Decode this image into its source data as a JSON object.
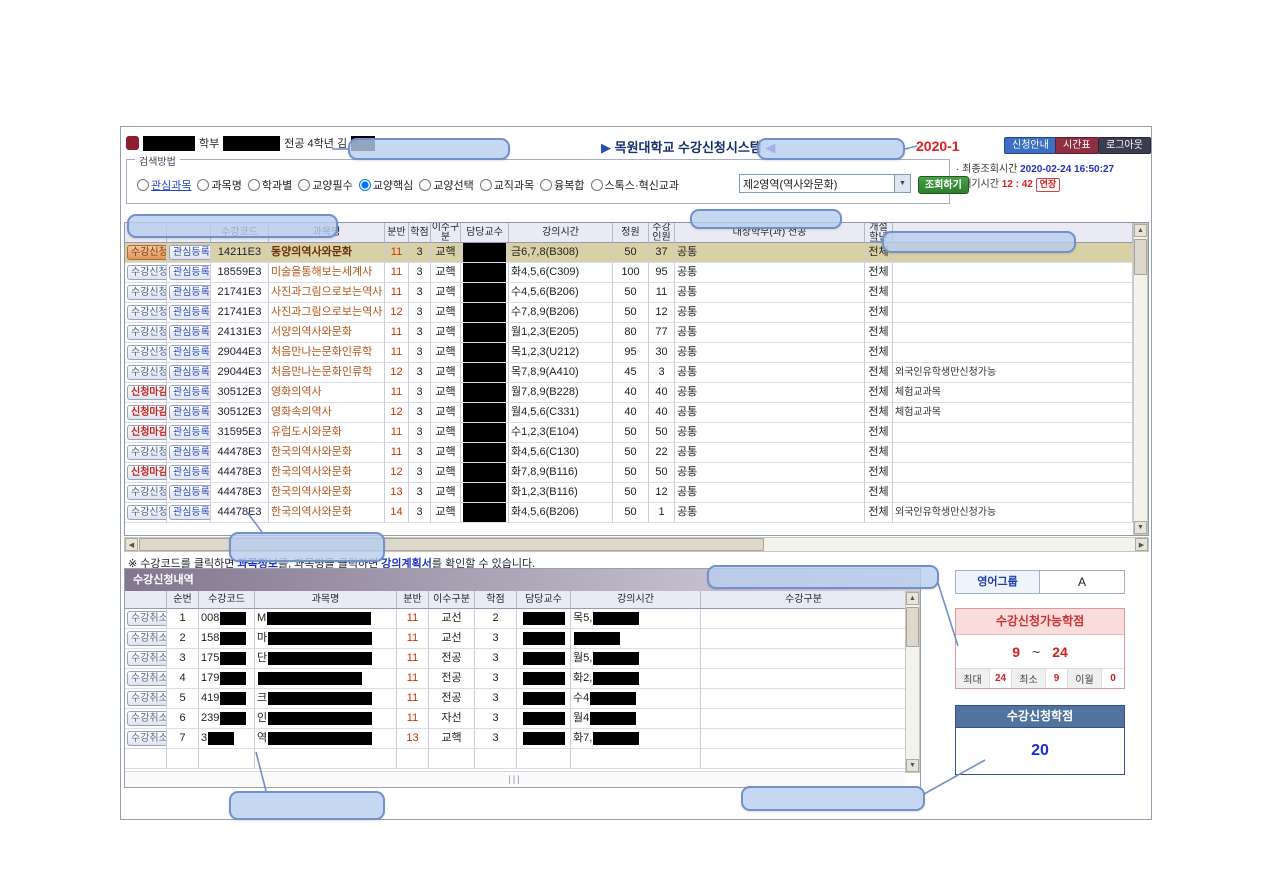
{
  "header": {
    "affiliation_label": "학부",
    "user_info_label": "전공 4학년 김",
    "title_arrow_left": "▶",
    "title": "목원대학교 수강신청시스템",
    "title_arrow_right": "◀",
    "term": "2020-1",
    "nav_buttons": [
      "신청안내",
      "시간표",
      "로그아웃"
    ],
    "bullet": "·",
    "last_query_label": "최종조회시간",
    "last_query_value": "2020-02-24 16:50:27",
    "wait_label": "대기시간",
    "wait_value": "12 : 42",
    "extend_button": "연장"
  },
  "search": {
    "legend": "검색방법",
    "options": [
      "관심과목",
      "과목명",
      "학과별",
      "교양필수",
      "교양핵심",
      "교양선택",
      "교직과목",
      "융복합",
      "스톡스·혁신교과"
    ],
    "selected_option": "교양핵심",
    "category_value": "제2영역(역사와문화)",
    "search_button": "조회하기"
  },
  "courses": {
    "headers": [
      "",
      "",
      "수강코드",
      "과목명",
      "분반",
      "학점",
      "이수구분",
      "담당교수",
      "강의시간",
      "정원",
      "수강인원",
      "대상학부(과) 전공",
      "개설학년",
      ""
    ],
    "apply_label": "수강신청",
    "closed_label": "신청마감",
    "wish_label": "관심등록",
    "rows": [
      {
        "action": "수강신청",
        "code": "14211E3",
        "name": "동양의역사와문화",
        "sec": "11",
        "cr": "3",
        "type": "교핵",
        "time": "금6,7,8(B308)",
        "cap": "50",
        "enr": "37",
        "target": "공통",
        "year": "전체",
        "note": "",
        "selected": true
      },
      {
        "action": "수강신청",
        "code": "18559E3",
        "name": "미술을통해보는세계사",
        "sec": "11",
        "cr": "3",
        "type": "교핵",
        "time": "화4,5,6(C309)",
        "cap": "100",
        "enr": "95",
        "target": "공통",
        "year": "전체",
        "note": ""
      },
      {
        "action": "수강신청",
        "code": "21741E3",
        "name": "사진과그림으로보는역사",
        "sec": "11",
        "cr": "3",
        "type": "교핵",
        "time": "수4,5,6(B206)",
        "cap": "50",
        "enr": "11",
        "target": "공통",
        "year": "전체",
        "note": ""
      },
      {
        "action": "수강신청",
        "code": "21741E3",
        "name": "사진과그림으로보는역사",
        "sec": "12",
        "cr": "3",
        "type": "교핵",
        "time": "수7,8,9(B206)",
        "cap": "50",
        "enr": "12",
        "target": "공통",
        "year": "전체",
        "note": ""
      },
      {
        "action": "수강신청",
        "code": "24131E3",
        "name": "서양의역사와문화",
        "sec": "11",
        "cr": "3",
        "type": "교핵",
        "time": "월1,2,3(E205)",
        "cap": "80",
        "enr": "77",
        "target": "공통",
        "year": "전체",
        "note": ""
      },
      {
        "action": "수강신청",
        "code": "29044E3",
        "name": "처음만나는문화인류학",
        "sec": "11",
        "cr": "3",
        "type": "교핵",
        "time": "목1,2,3(U212)",
        "cap": "95",
        "enr": "30",
        "target": "공통",
        "year": "전체",
        "note": ""
      },
      {
        "action": "수강신청",
        "code": "29044E3",
        "name": "처음만나는문화인류학",
        "sec": "12",
        "cr": "3",
        "type": "교핵",
        "time": "목7,8,9(A410)",
        "cap": "45",
        "enr": "3",
        "target": "공통",
        "year": "전체",
        "note": "외국인유학생만신청가능"
      },
      {
        "action": "신청마감",
        "code": "30512E3",
        "name": "영화의역사",
        "sec": "11",
        "cr": "3",
        "type": "교핵",
        "time": "월7,8,9(B228)",
        "cap": "40",
        "enr": "40",
        "target": "공통",
        "year": "전체",
        "note": "체험교과목"
      },
      {
        "action": "신청마감",
        "code": "30512E3",
        "name": "영화속의역사",
        "sec": "12",
        "cr": "3",
        "type": "교핵",
        "time": "월4,5,6(C331)",
        "cap": "40",
        "enr": "40",
        "target": "공통",
        "year": "전체",
        "note": "체험교과목"
      },
      {
        "action": "신청마감",
        "code": "31595E3",
        "name": "유럽도시와문화",
        "sec": "11",
        "cr": "3",
        "type": "교핵",
        "time": "수1,2,3(E104)",
        "cap": "50",
        "enr": "50",
        "target": "공통",
        "year": "전체",
        "note": ""
      },
      {
        "action": "수강신청",
        "code": "44478E3",
        "name": "한국의역사와문화",
        "sec": "11",
        "cr": "3",
        "type": "교핵",
        "time": "화4,5,6(C130)",
        "cap": "50",
        "enr": "22",
        "target": "공통",
        "year": "전체",
        "note": ""
      },
      {
        "action": "신청마감",
        "code": "44478E3",
        "name": "한국의역사와문화",
        "sec": "12",
        "cr": "3",
        "type": "교핵",
        "time": "화7,8,9(B116)",
        "cap": "50",
        "enr": "50",
        "target": "공통",
        "year": "전체",
        "note": ""
      },
      {
        "action": "수강신청",
        "code": "44478E3",
        "name": "한국의역사와문화",
        "sec": "13",
        "cr": "3",
        "type": "교핵",
        "time": "화1,2,3(B116)",
        "cap": "50",
        "enr": "12",
        "target": "공통",
        "year": "전체",
        "note": ""
      },
      {
        "action": "수강신청",
        "code": "44478E3",
        "name": "한국의역사와문화",
        "sec": "14",
        "cr": "3",
        "type": "교핵",
        "time": "화4,5,6(B206)",
        "cap": "50",
        "enr": "1",
        "target": "공통",
        "year": "전체",
        "note": "외국인유학생만신청가능"
      }
    ]
  },
  "note": {
    "p1": "※ 수강코드를 클릭하면 ",
    "link1": "과목정보",
    "p2": "를, 과목명을 클릭하면 ",
    "link2": "강의계획서",
    "p3": "를 확인할 수 있습니다."
  },
  "enrolled": {
    "title": "수강신청내역",
    "headers": [
      "",
      "순번",
      "수강코드",
      "과목명",
      "분반",
      "이수구분",
      "학점",
      "담당교수",
      "강의시간",
      "수강구분"
    ],
    "cancel_label": "수강취소",
    "rows": [
      {
        "no": "1",
        "code": "008",
        "name": "M",
        "sec": "11",
        "type": "교선",
        "cr": "2",
        "time": "목5,",
        "division": ""
      },
      {
        "no": "2",
        "code": "158",
        "name": "마",
        "sec": "11",
        "type": "교선",
        "cr": "3",
        "time": "",
        "division": ""
      },
      {
        "no": "3",
        "code": "175",
        "name": "단",
        "sec": "11",
        "type": "전공",
        "cr": "3",
        "time": "월5,",
        "division": ""
      },
      {
        "no": "4",
        "code": "179",
        "name": "",
        "sec": "11",
        "type": "전공",
        "cr": "3",
        "time": "화2,",
        "division": ""
      },
      {
        "no": "5",
        "code": "419",
        "name": "크",
        "sec": "11",
        "type": "전공",
        "cr": "3",
        "time": "수4",
        "division": ""
      },
      {
        "no": "6",
        "code": "239",
        "name": "인",
        "sec": "11",
        "type": "자선",
        "cr": "3",
        "time": "월4",
        "division": ""
      },
      {
        "no": "7",
        "code": "3",
        "name": "역",
        "sec": "13",
        "type": "교핵",
        "cr": "3",
        "time": "화7,",
        "division": ""
      }
    ]
  },
  "side": {
    "english_group_label": "영어그룹",
    "english_group_value": "A",
    "allowed": {
      "title": "수강신청가능학점",
      "min": "9",
      "tilde": "~",
      "max": "24",
      "max_label": "최대",
      "max_val": "24",
      "min_label": "최소",
      "min_val": "9",
      "carry_label": "이월",
      "carry_val": "0"
    },
    "current": {
      "title": "수강신청학점",
      "value": "20"
    }
  },
  "icons": {
    "up": "▲",
    "down": "▼",
    "left": "◀",
    "right": "▶",
    "select_arrow": "▼",
    "grip": "|||"
  }
}
